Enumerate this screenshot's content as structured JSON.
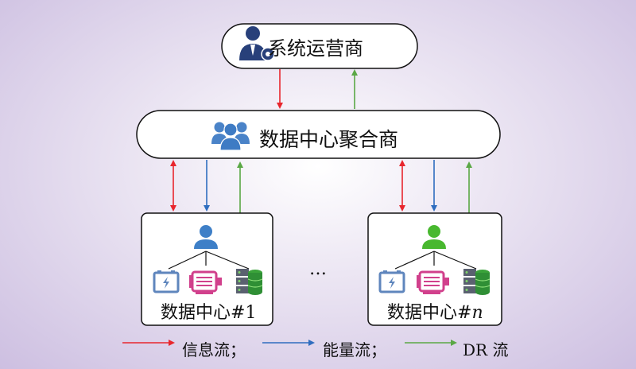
{
  "nodes": {
    "operator": "系统运营商",
    "aggregator": "数据中心聚合商",
    "dc1_prefix": "数据中心#",
    "dc1_num": "1",
    "dcn_prefix": "数据中心#",
    "dcn_num": "n",
    "ellipsis": "…"
  },
  "legend": {
    "info": "信息流；",
    "energy": "能量流；",
    "dr": "DR 流"
  },
  "colors": {
    "info": "#e8262d",
    "energy": "#2f6dbf",
    "dr": "#5aa845",
    "user_blue": "#3e7fc7",
    "user_green": "#48b82f",
    "device_pink": "#d1408c",
    "device_blue": "#5f86bd",
    "operator_icon": "#28407a",
    "aggregator_icon": "#4a83c8"
  },
  "icons": [
    "operator-user-gear-icon",
    "user-group-icon",
    "user-icon",
    "battery-icon",
    "motor-icon",
    "server-storage-icon"
  ]
}
